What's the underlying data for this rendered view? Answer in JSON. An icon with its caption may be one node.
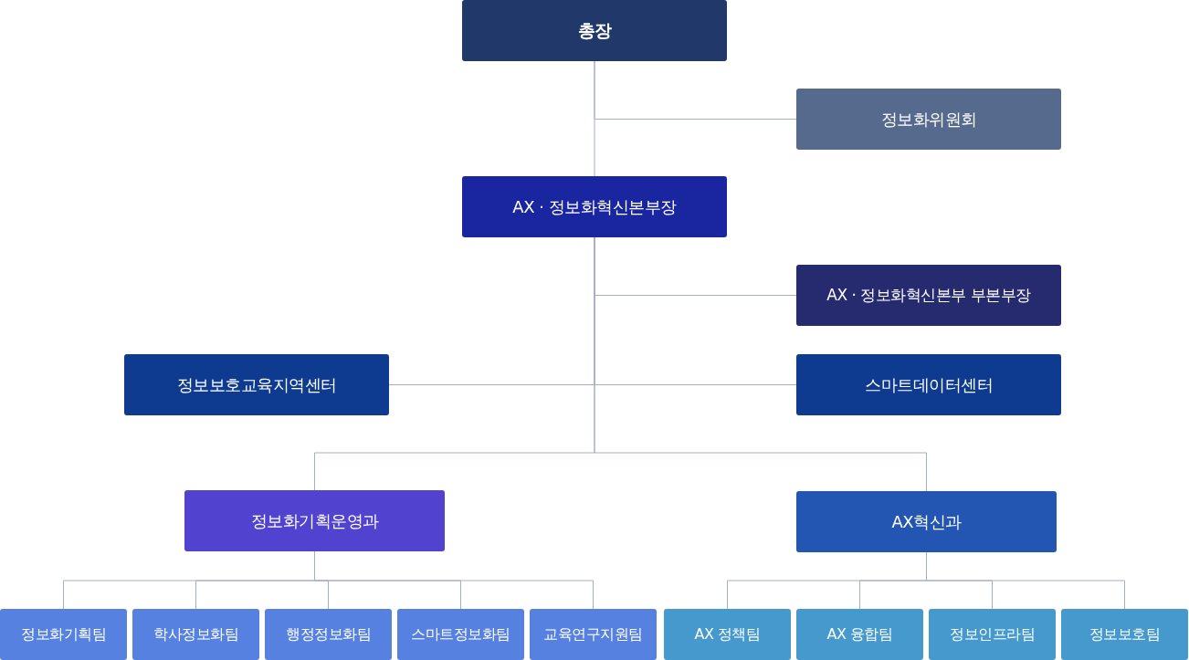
{
  "diagram": {
    "nodes": [
      {
        "text": [
          "총장"
        ]
      },
      {
        "text": [
          "정보화위원회"
        ]
      },
      {
        "text": [
          "AX · 정보화혁신본부장"
        ]
      },
      {
        "text": [
          "AX · 정보화혁신본부 부본부장"
        ]
      },
      {
        "text": [
          "정보보호교육지역센터"
        ]
      },
      {
        "text": [
          "스마트데이터센터"
        ]
      },
      {
        "text": [
          "정보화기획운영과"
        ]
      },
      {
        "text": [
          "AX혁신과"
        ]
      },
      {
        "text": [
          "정보화기획팀"
        ]
      },
      {
        "text": [
          "학사정보화팀"
        ]
      },
      {
        "text": [
          "행정정보화팀"
        ]
      },
      {
        "text": [
          "스마트정보화팀"
        ]
      },
      {
        "text": [
          "교육연구지원팀"
        ]
      },
      {
        "text": [
          "AX 정책팀"
        ]
      },
      {
        "text": [
          "AX 융합팀"
        ]
      },
      {
        "text": [
          "정보인프라팀"
        ]
      },
      {
        "text": [
          "정보보호팀"
        ]
      }
    ],
    "edges": [
      {
        "from": 0,
        "to": 2,
        "arrow": "none"
      },
      {
        "from": 0,
        "to": 1,
        "arrow": "none"
      },
      {
        "from": 2,
        "to": 3,
        "arrow": "none"
      },
      {
        "from": 2,
        "to": 4,
        "arrow": "none"
      },
      {
        "from": 2,
        "to": 5,
        "arrow": "none"
      },
      {
        "from": 2,
        "to": 6,
        "arrow": "none"
      },
      {
        "from": 2,
        "to": 7,
        "arrow": "none"
      },
      {
        "from": 6,
        "to": 8,
        "arrow": "none"
      },
      {
        "from": 6,
        "to": 9,
        "arrow": "none"
      },
      {
        "from": 6,
        "to": 10,
        "arrow": "none"
      },
      {
        "from": 6,
        "to": 11,
        "arrow": "none"
      },
      {
        "from": 6,
        "to": 12,
        "arrow": "none"
      },
      {
        "from": 7,
        "to": 13,
        "arrow": "none"
      },
      {
        "from": 7,
        "to": 14,
        "arrow": "none"
      },
      {
        "from": 7,
        "to": 15,
        "arrow": "none"
      },
      {
        "from": 7,
        "to": 16,
        "arrow": "none"
      }
    ]
  }
}
